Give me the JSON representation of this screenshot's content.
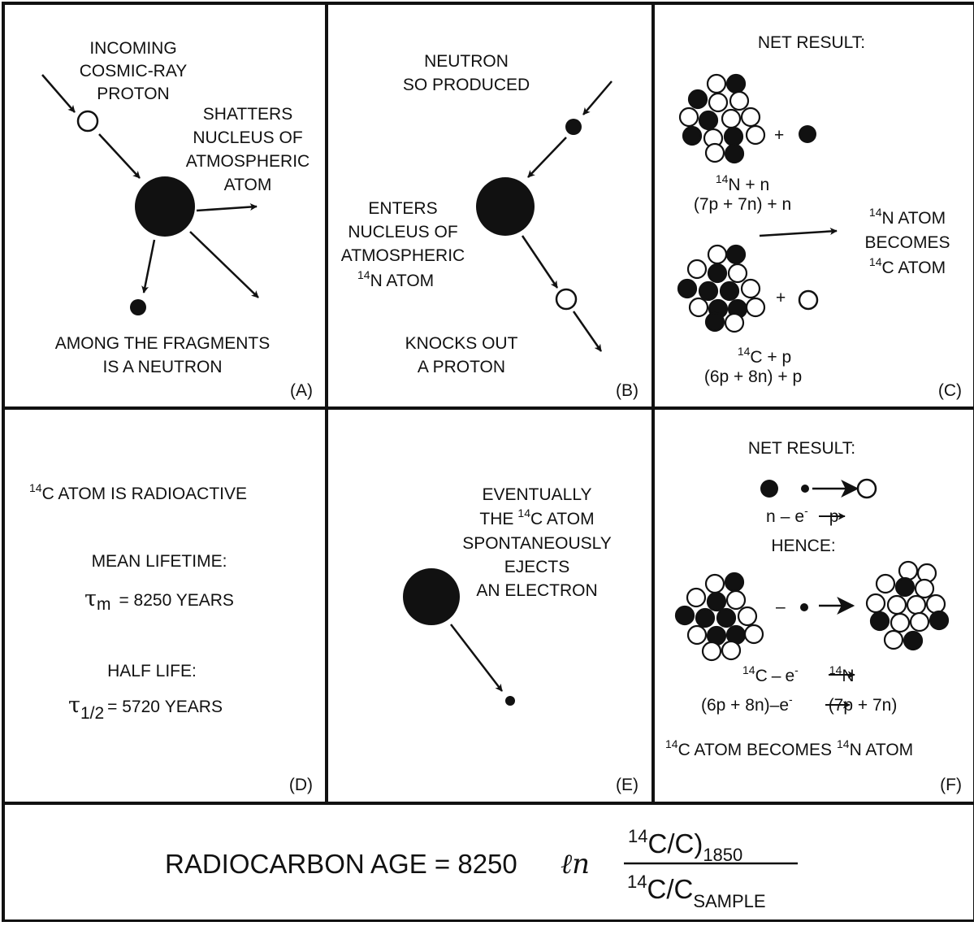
{
  "panels": {
    "a": {
      "letter": "(A)",
      "incoming": [
        "INCOMING",
        "COSMIC-RAY",
        "PROTON"
      ],
      "shatters": [
        "SHATTERS",
        "NUCLEUS OF",
        "ATMOSPHERIC",
        "ATOM"
      ],
      "fragments": [
        "AMONG THE FRAGMENTS",
        "IS A NEUTRON"
      ]
    },
    "b": {
      "letter": "(B)",
      "neutron": [
        "NEUTRON",
        "SO PRODUCED"
      ],
      "enters": [
        "ENTERS",
        "NUCLEUS OF",
        "ATMOSPHERIC"
      ],
      "n14_mass": "14",
      "n14_atom": "N ATOM",
      "knocks": [
        "KNOCKS OUT",
        "A PROTON"
      ]
    },
    "c": {
      "letter": "(C)",
      "net_result": "NET RESULT:",
      "plus": "+",
      "eq1_mass": "14",
      "eq1_rest": "N + n",
      "eq1_comp": "(7p + 7n) + n",
      "becomes_l1_mass": "14",
      "becomes_l1_rest": "N ATOM",
      "becomes_l2": "BECOMES",
      "becomes_l3_mass": "14",
      "becomes_l3_rest": "C ATOM",
      "eq2_mass": "14",
      "eq2_rest": "C + p",
      "eq2_comp": "(6p + 8n) + p"
    },
    "d": {
      "letter": "(D)",
      "radioactive_mass": "14",
      "radioactive_rest": "C ATOM IS RADIOACTIVE",
      "mean_lifetime": "MEAN LIFETIME:",
      "tau": "τ",
      "tau_m_sub": "m",
      "tau_m_value": "= 8250 YEARS",
      "half_life": "HALF LIFE:",
      "tau_half_sub": "1/2",
      "tau_half_value": "= 5720 YEARS"
    },
    "e": {
      "letter": "(E)",
      "line1": "EVENTUALLY",
      "line2_pre": "THE",
      "line2_mass": "14",
      "line2_post": "C ATOM",
      "line3": "SPONTANEOUSLY",
      "line4": "EJECTS",
      "line5": "AN ELECTRON"
    },
    "f": {
      "letter": "(F)",
      "net_result": "NET RESULT:",
      "n_eq_n": "n",
      "n_eq_minus": "–",
      "n_eq_e": "e",
      "n_eq_esup": "-",
      "n_eq_p": "p",
      "hence": "HENCE:",
      "dash": "–",
      "eq1_mass_c": "14",
      "eq1_c": "C",
      "eq1_minus": "–",
      "eq1_e": "e",
      "eq1_esup": "-",
      "eq1_mass_n": "14",
      "eq1_n": "N",
      "eq2_left": "(6p + 8n)",
      "eq2_minus": "–",
      "eq2_e": "e",
      "eq2_esup": "-",
      "eq2_right": "(7p + 7n)",
      "conclusion_mass1": "14",
      "conclusion_mid": "C ATOM BECOMES",
      "conclusion_mass2": "14",
      "conclusion_end": "N ATOM"
    }
  },
  "formula": {
    "lhs": "RADIOCARBON AGE = 8250",
    "ln": "ℓn",
    "num_mass": "14",
    "num_body": "C/C)",
    "num_sub": "1850",
    "den_mass": "14",
    "den_body": "C/C",
    "den_sub": "SAMPLE"
  },
  "colors": {
    "ink": "#111111",
    "background": "#ffffff"
  }
}
